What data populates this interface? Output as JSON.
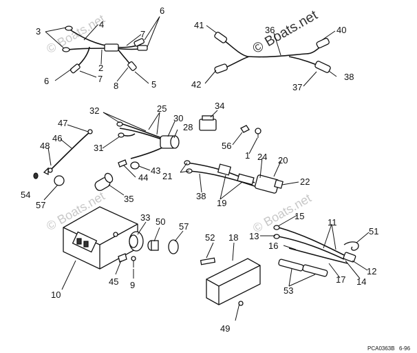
{
  "watermarks": [
    {
      "text": "© Boats.net"
    },
    {
      "text": "© Boats.net"
    },
    {
      "text": "© Boats.net"
    },
    {
      "text": "© Boats.net"
    }
  ],
  "drawing_code": "PCA0363B",
  "drawing_date": "6-96",
  "callouts": {
    "c1": "1",
    "c2": "2",
    "c3": "3",
    "c4": "4",
    "c5": "5",
    "c6a": "6",
    "c6b": "6",
    "c7a": "7",
    "c7b": "7",
    "c8": "8",
    "c9": "9",
    "c10": "10",
    "c11": "11",
    "c12": "12",
    "c13": "13",
    "c14": "14",
    "c15": "15",
    "c16": "16",
    "c17": "17",
    "c18": "18",
    "c19": "19",
    "c20": "20",
    "c21": "21",
    "c22": "22",
    "c24": "24",
    "c25": "25",
    "c28": "28",
    "c30": "30",
    "c31": "31",
    "c32": "32",
    "c33": "33",
    "c34": "34",
    "c35": "35",
    "c36": "36",
    "c37": "37",
    "c38a": "38",
    "c38b": "38",
    "c40": "40",
    "c41": "41",
    "c42": "42",
    "c43": "43",
    "c44": "44",
    "c45": "45",
    "c46": "46",
    "c47": "47",
    "c48": "48",
    "c49": "49",
    "c50": "50",
    "c51": "51",
    "c52": "52",
    "c53": "53",
    "c54": "54",
    "c56": "56",
    "c57a": "57",
    "c57b": "57"
  }
}
